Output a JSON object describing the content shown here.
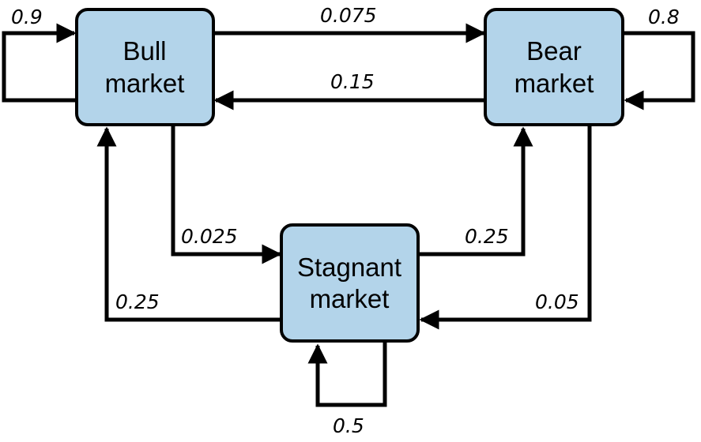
{
  "diagram": {
    "type": "markov-chain",
    "nodes": [
      {
        "id": "bull",
        "lines": [
          "Bull",
          "market"
        ],
        "fill": "#b3d4ea"
      },
      {
        "id": "bear",
        "lines": [
          "Bear",
          "market"
        ],
        "fill": "#b3d4ea"
      },
      {
        "id": "stagnant",
        "lines": [
          "Stagnant",
          "market"
        ],
        "fill": "#b3d4ea"
      }
    ],
    "edges": [
      {
        "id": "bull-bull",
        "from": "bull",
        "to": "bull",
        "label": "0.9"
      },
      {
        "id": "bull-bear",
        "from": "bull",
        "to": "bear",
        "label": "0.075"
      },
      {
        "id": "bear-bull",
        "from": "bear",
        "to": "bull",
        "label": "0.15"
      },
      {
        "id": "bear-bear",
        "from": "bear",
        "to": "bear",
        "label": "0.8"
      },
      {
        "id": "bull-stagnant",
        "from": "bull",
        "to": "stagnant",
        "label": "0.025"
      },
      {
        "id": "stagnant-bear",
        "from": "stagnant",
        "to": "bear",
        "label": "0.25"
      },
      {
        "id": "stagnant-bull",
        "from": "stagnant",
        "to": "bull",
        "label": "0.25"
      },
      {
        "id": "bear-stagnant",
        "from": "bear",
        "to": "stagnant",
        "label": "0.05"
      },
      {
        "id": "stagnant-stagnant",
        "from": "stagnant",
        "to": "stagnant",
        "label": "0.5"
      }
    ]
  }
}
